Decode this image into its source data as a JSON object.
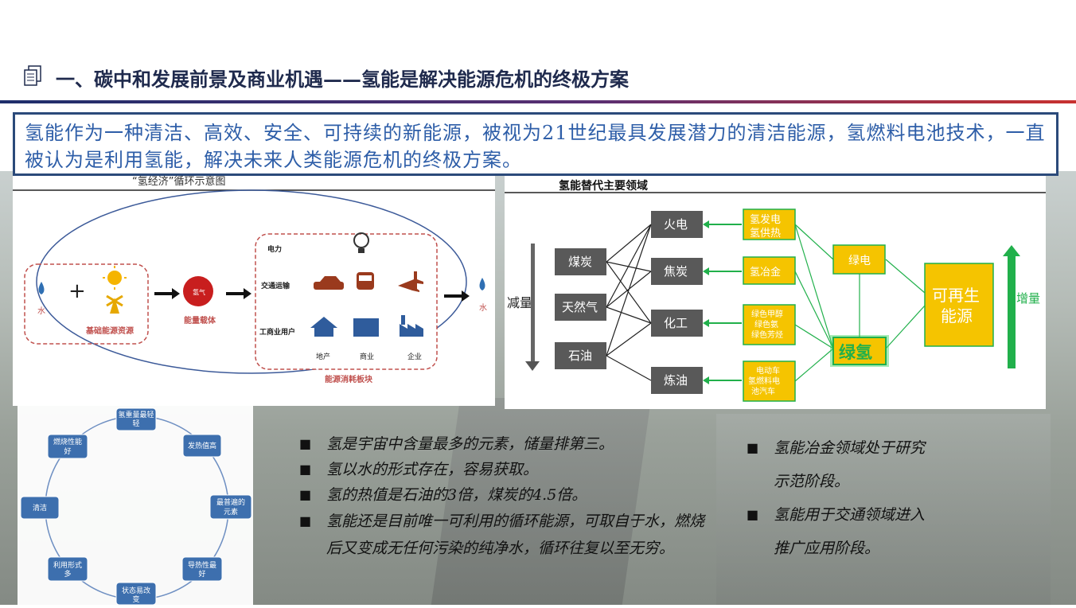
{
  "title": "一、碳中和发展前景及商业机遇——氢能是解决能源危机的终极方案",
  "intro": "氢能作为一种清洁、高效、安全、可持续的新能源，被视为21世纪最具发展潜力的清洁能源，氢燃料电池技术，一直被认为是利用氢能，解决未来人类能源危机的终极方案。",
  "cycle_diagram": {
    "caption": "“氢经济”循环示意图",
    "water_left": "水",
    "water_right": "水",
    "basic_resources": "基础能源资源",
    "carrier_ball": "氢气",
    "carrier": "能量载体",
    "power": "电力",
    "transport": "交通运输",
    "industry": "工商业用户",
    "real_estate": "地产",
    "commerce": "商业",
    "enterprise": "企业",
    "consumption": "能源消耗板块"
  },
  "replace_diagram": {
    "caption": "氢能替代主要领域",
    "reduce": "减量",
    "increase": "增量",
    "coal": "煤炭",
    "gas": "天然气",
    "oil": "石油",
    "thermal": "火电",
    "coke": "焦炭",
    "chemical": "化工",
    "refining": "炼油",
    "h_power_1": "氢发电",
    "h_power_2": "氢供热",
    "h_metal": "氢冶金",
    "green_1": "绿色甲醇",
    "green_2": "绿色氨",
    "green_3": "绿色芳烃",
    "ev_1": "电动车",
    "ev_2": "氢燃料电",
    "ev_3": "池汽车",
    "green_power": "绿电",
    "green_h2": "绿氢",
    "renewable_1": "可再生",
    "renewable_2": "能源"
  },
  "features": {
    "top": "氢重量最轻",
    "heat": "发热值高",
    "common_1": "最普遍的",
    "common_2": "元素",
    "conduct_1": "导热性最",
    "conduct_2": "好",
    "state_1": "状态易改",
    "state_2": "变",
    "forms_1": "利用形式",
    "forms_2": "多",
    "clean": "清洁",
    "burn_1": "燃烧性能",
    "burn_2": "好"
  },
  "bullets_left": [
    "氢是宇宙中含量最多的元素，储量排第三。",
    "氢以水的形式存在，容易获取。",
    "氢的热值是石油的3倍，煤炭的4.5倍。",
    "氢能还是目前唯一可利用的循环能源，可取自于水，燃烧后又变成无任何污染的纯净水，循环往复以至无穷。"
  ],
  "bullets_right": [
    "氢能冶金领域处于研究示范阶段。",
    "氢能用于交通领域进入推广应用阶段。"
  ],
  "colors": {
    "accent_blue": "#2e5ea8",
    "title_navy": "#1f2a4d",
    "box_grey": "#595959",
    "box_yellow": "#f5c400",
    "green": "#21b04b",
    "dash_red": "#c0504d",
    "node_blue": "#3d6fae"
  },
  "icons": [
    "document-icon",
    "sun-icon",
    "windmill-icon",
    "water-drop-icon",
    "lightbulb-icon",
    "car-icon",
    "train-icon",
    "airplane-icon",
    "house-icon",
    "building-icon",
    "factory-icon"
  ]
}
